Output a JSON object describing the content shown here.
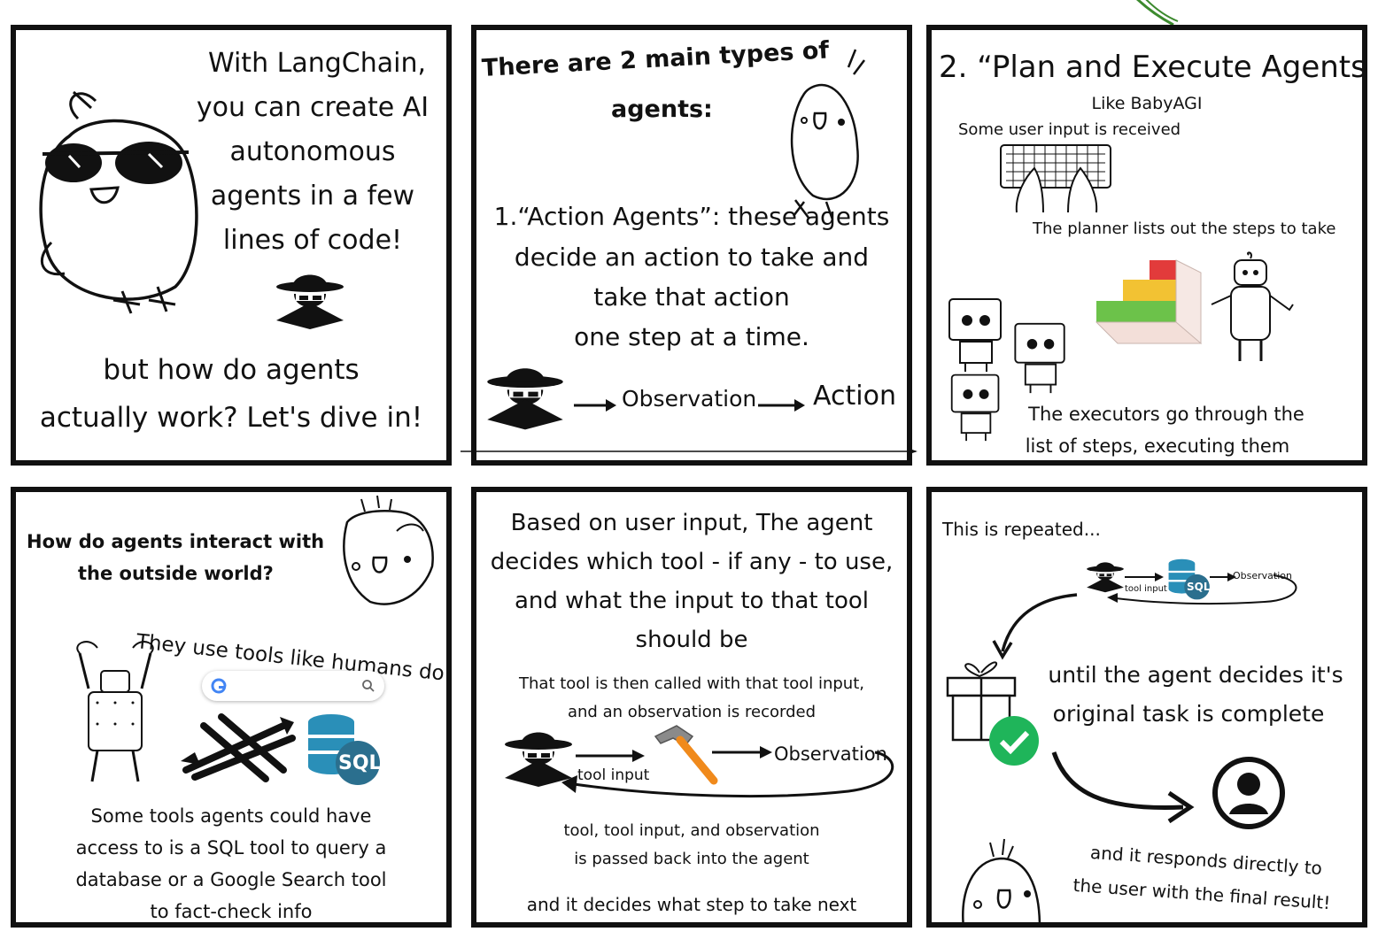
{
  "panels": {
    "p1": {
      "intro_lines": [
        "With LangChain,",
        "you can create AI",
        "autonomous",
        "agents in a few",
        "lines of code!"
      ],
      "question_lines": [
        "but how do agents",
        "actually work? Let's dive in!"
      ]
    },
    "p2": {
      "heading_lines": [
        "There are 2 main types of",
        "agents:"
      ],
      "body_lines": [
        "1.“Action Agents”: these agents",
        "decide an action to take and",
        "take that action",
        "one step at a time."
      ],
      "flow": {
        "observation": "Observation",
        "action": "Action"
      }
    },
    "p3": {
      "title": "2. “Plan and Execute Agents”",
      "subtitle": "Like BabyAGI",
      "input_caption": "Some user input is received",
      "planner_caption": "The planner lists out the steps to take",
      "executor_lines": [
        "The executors go through the",
        "list of steps, executing them"
      ]
    },
    "p4": {
      "heading_lines": [
        "How do agents interact with",
        "the outside world?"
      ],
      "tools_caption": "They use tools like humans do!",
      "sql_label": "SQL",
      "body_lines": [
        "Some tools agents could have",
        "access to is a SQL tool to query a",
        "database or a Google Search tool",
        "to fact-check info"
      ]
    },
    "p5": {
      "top_lines": [
        "Based on user input, The agent",
        "decides which tool - if any - to use,",
        "and what the input to that tool",
        "should be"
      ],
      "called_lines": [
        "That tool is then called with that tool input,",
        "and an observation is recorded"
      ],
      "flow": {
        "tool_input": "tool input",
        "observation": "Observation"
      },
      "back_lines": [
        "tool, tool input, and observation",
        "is passed back into the agent"
      ],
      "next_line": "and it decides what step to take next"
    },
    "p6": {
      "repeat_label": "This is repeated...",
      "mini_flow": {
        "tool_input": "tool input",
        "sql": "SQL",
        "observation": "Observation"
      },
      "until_lines": [
        "until the agent decides it's",
        "original task is complete"
      ],
      "respond_lines": [
        "and it responds directly to",
        "the user with the final result!"
      ]
    }
  },
  "colors": {
    "border": "#111111",
    "sql_blue": "#2a8fb8",
    "sql_badge": "#2b6f8e",
    "check_green": "#1fb55a",
    "hammer_orange": "#f08a1c",
    "stair_red": "#e23b3b",
    "stair_yellow": "#f2c233",
    "stair_green": "#6cc24a",
    "leaf_green": "#3c8a2e"
  },
  "icons": [
    "sunglasses-bird-icon",
    "spy-agent-icon",
    "bird-icon",
    "keyboard-icon",
    "robot-icon",
    "staircase-icon",
    "google-search-bar-icon",
    "tools-icon",
    "database-sql-icon",
    "hammer-icon",
    "gift-box-icon",
    "checkmark-icon",
    "user-icon"
  ]
}
